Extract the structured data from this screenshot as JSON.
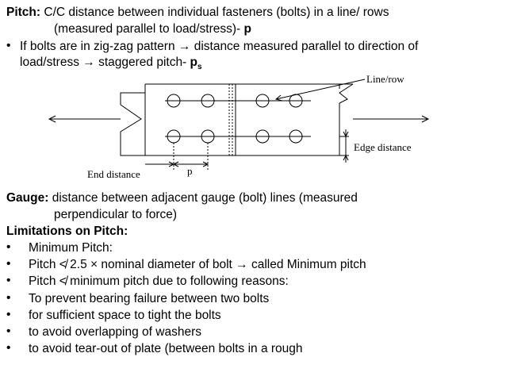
{
  "pitch": {
    "term": "Pitch:",
    "def1": " C/C distance between individual fasteners (bolts) in a line/ rows",
    "def2": "(measured parallel to load/stress)- ",
    "def2_symbol": "p",
    "bullet1_line1": "If bolts are in zig-zag pattern ",
    "bullet1_line1b": " distance measured parallel to direction of",
    "bullet1_line2": "load/stress ",
    "bullet1_line2b": " staggered pitch- ",
    "staggered_symbol": "p",
    "staggered_sub": "s"
  },
  "diagram": {
    "label_line_row": "Line/row",
    "label_edge_distance": "Edge distance",
    "label_end_distance": "End distance",
    "label_p": "p"
  },
  "gauge": {
    "term": "Gauge:",
    "def1": " distance between adjacent gauge (bolt) lines (measured",
    "def2": "perpendicular to force)"
  },
  "limitations": {
    "heading": "Limitations on Pitch:",
    "items": [
      "Minimum Pitch:",
      "Pitch",
      "2.5",
      "nominal diameter of bolt",
      "called Minimum pitch",
      "Pitch",
      "minimum pitch due to following reasons:",
      "To prevent bearing failure between two bolts",
      "for sufficient space to tight the bolts",
      "to avoid overlapping of washers",
      "to avoid tear-out of plate (between bolts in a rough"
    ]
  },
  "symbols": {
    "arrow": "→",
    "times": "×",
    "bullet": "•",
    "not_less": "≮"
  }
}
